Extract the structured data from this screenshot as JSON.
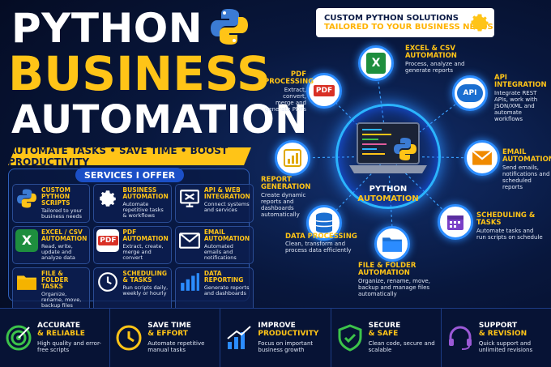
{
  "title": {
    "line1": "PYTHON",
    "line2": "BUSINESS",
    "line3": "AUTOMATION"
  },
  "slogan": "AUTOMATE TASKS • SAVE TIME • BOOST PRODUCTIVITY",
  "services": {
    "title": "SERVICES I OFFER",
    "items": [
      {
        "h1": "CUSTOM PYTHON",
        "h2": "SCRIPTS",
        "d": "Tailored to your business needs",
        "icon": "python-logo-icon"
      },
      {
        "h1": "BUSINESS",
        "h2": "AUTOMATION",
        "d": "Automate repetitive tasks & workflows",
        "icon": "gear-icon"
      },
      {
        "h1": "API & WEB",
        "h2": "INTEGRATION",
        "d": "Connect systems and services",
        "icon": "tools-monitor-icon"
      },
      {
        "h1": "EXCEL / CSV",
        "h2": "AUTOMATION",
        "d": "Read, write, update and analyze data",
        "icon": "excel-icon"
      },
      {
        "h1": "PDF",
        "h2": "AUTOMATION",
        "d": "Extract, create, merge and convert",
        "icon": "pdf-icon"
      },
      {
        "h1": "EMAIL",
        "h2": "AUTOMATION",
        "d": "Automated emails and notifications",
        "icon": "envelope-icon"
      },
      {
        "h1": "FILE & FOLDER",
        "h2": "TASKS",
        "d": "Organize, rename, move, backup files",
        "icon": "folder-icon"
      },
      {
        "h1": "SCHEDULING",
        "h2": "& TASKS",
        "d": "Run scripts daily, weekly or hourly",
        "icon": "clock-icon"
      },
      {
        "h1": "DATA",
        "h2": "REPORTING",
        "d": "Generate reports and dashboards",
        "icon": "bar-chart-icon"
      }
    ]
  },
  "banner": {
    "line1": "CUSTOM PYTHON SOLUTIONS",
    "line2": "TAILORED TO YOUR BUSINESS NEEDS"
  },
  "center": {
    "line1": "PYTHON",
    "line2": "AUTOMATION"
  },
  "nodes": [
    {
      "h": "EXCEL & CSV AUTOMATION",
      "d": "Process, analyze and generate reports",
      "icon": "excel-icon",
      "color": "#1e8e3e"
    },
    {
      "h": "API INTEGRATION",
      "d": "Integrate REST APIs, work with JSON/XML and automate workflows",
      "icon": "api-cloud-icon",
      "color": "#1b6fd1"
    },
    {
      "h": "EMAIL AUTOMATION",
      "d": "Send emails, notifications and scheduled reports",
      "icon": "envelope-icon",
      "color": "#f08a00"
    },
    {
      "h": "SCHEDULING & TASKS",
      "d": "Automate tasks and run scripts on schedule",
      "icon": "calendar-icon",
      "color": "#7a3fc7"
    },
    {
      "h": "FILE & FOLDER AUTOMATION",
      "d": "Organize, rename, move, backup and manage files automatically",
      "icon": "folder-icon",
      "color": "#1b6fd1"
    },
    {
      "h": "DATA PROCESSING",
      "d": "Clean, transform and process data efficiently",
      "icon": "database-icon",
      "color": "#1b6fd1"
    },
    {
      "h": "REPORT GENERATION",
      "d": "Create dynamic reports and dashboards automatically",
      "icon": "report-chart-icon",
      "color": "#e0a800"
    },
    {
      "h": "PDF PROCESSING",
      "d": "Extract, convert, merge and generate PDFs",
      "icon": "pdf-icon",
      "color": "#d93025"
    }
  ],
  "benefits": [
    {
      "h1": "ACCURATE",
      "h2": "& RELIABLE",
      "d": "High quality and error-free scripts",
      "icon": "target-icon",
      "color": "#3cc34a"
    },
    {
      "h1": "SAVE TIME",
      "h2": "& EFFORT",
      "d": "Automate repetitive manual tasks",
      "icon": "clock-icon",
      "color": "#ffc417"
    },
    {
      "h1": "IMPROVE",
      "h2": "PRODUCTIVITY",
      "d": "Focus on important business growth",
      "icon": "growth-chart-icon",
      "color": "#2b8cff"
    },
    {
      "h1": "SECURE",
      "h2": "& SAFE",
      "d": "Clean code, secure and scalable",
      "icon": "shield-check-icon",
      "color": "#3cc34a"
    },
    {
      "h1": "SUPPORT",
      "h2": "& REVISION",
      "d": "Quick support and unlimited revisions",
      "icon": "headset-icon",
      "color": "#9b59d6"
    }
  ]
}
